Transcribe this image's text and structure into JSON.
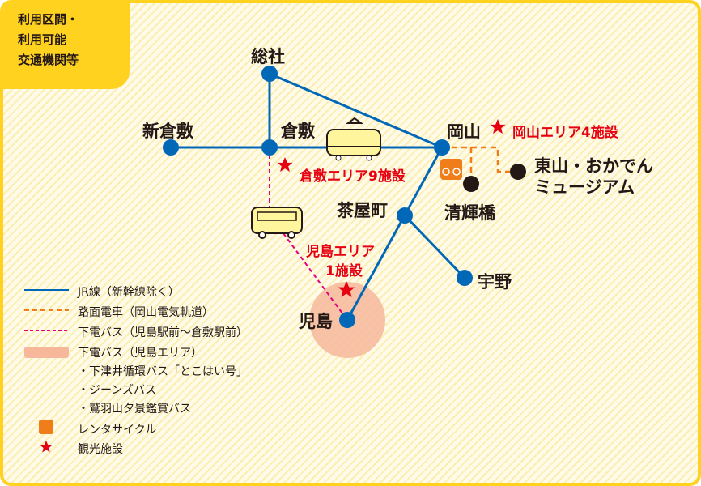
{
  "corner_label": [
    "利用区間・",
    "利用可能",
    "交通機関等"
  ],
  "stations": {
    "soja": "総社",
    "shinkurashiki": "新倉敷",
    "kurashiki": "倉敷",
    "okayama": "岡山",
    "chayamachi": "茶屋町",
    "uno": "宇野",
    "kojima": "児島",
    "seikibashi": "清輝橋",
    "higashiyama_1": "東山・おかでん",
    "higashiyama_2": "ミュージアム"
  },
  "areas": {
    "kurashiki": "倉敷エリア9施設",
    "okayama": "岡山エリア4施設",
    "kojima_1": "児島エリア",
    "kojima_2": "1施設"
  },
  "legend": [
    "JR線（新幹線除く）",
    "路面電車（岡山電気軌道）",
    "下電バス（児島駅前～倉敷駅前）",
    "下電バス（児島エリア）",
    "・下津井循環バス「とこはい号」",
    "・ジーンズバス",
    "・鷲羽山夕景鑑賞バス",
    "レンタサイクル",
    "観光施設"
  ],
  "colors": {
    "jr": "#0068b7",
    "tram": "#ee7d1a",
    "bus": "#e4007f",
    "area": "#f6b79b",
    "star": "#e60012",
    "border": "#ffd21f"
  }
}
